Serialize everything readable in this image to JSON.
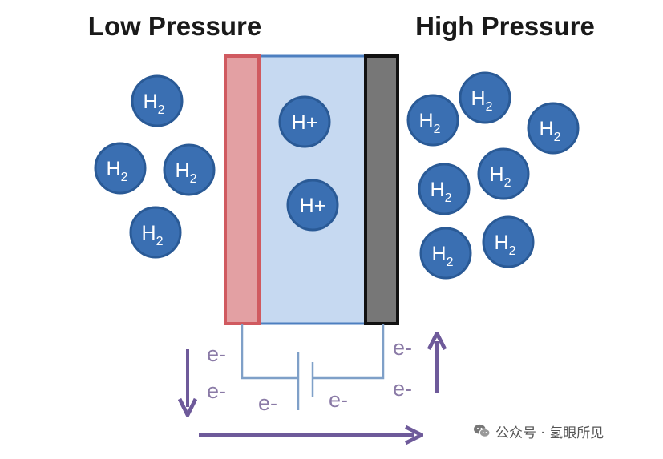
{
  "diagram": {
    "left_label": "Low Pressure",
    "right_label": "High Pressure",
    "molecule": {
      "base": "H",
      "sub": "2"
    },
    "ion_label": "H+",
    "electron_label": "e-"
  },
  "watermark": {
    "text": "公众号 · 氢眼所见",
    "icon": "wechat-icon"
  },
  "colors": {
    "molecule": "#3a6fb2",
    "anode_layer": "#e3a0a3",
    "anode_border": "#d05a60",
    "electrolyte": "#c6d9f1",
    "electrolyte_border": "#4d7fc0",
    "cathode_layer": "#777777",
    "circuit": "#7fa0c8",
    "arrow": "#6e5a9a"
  }
}
